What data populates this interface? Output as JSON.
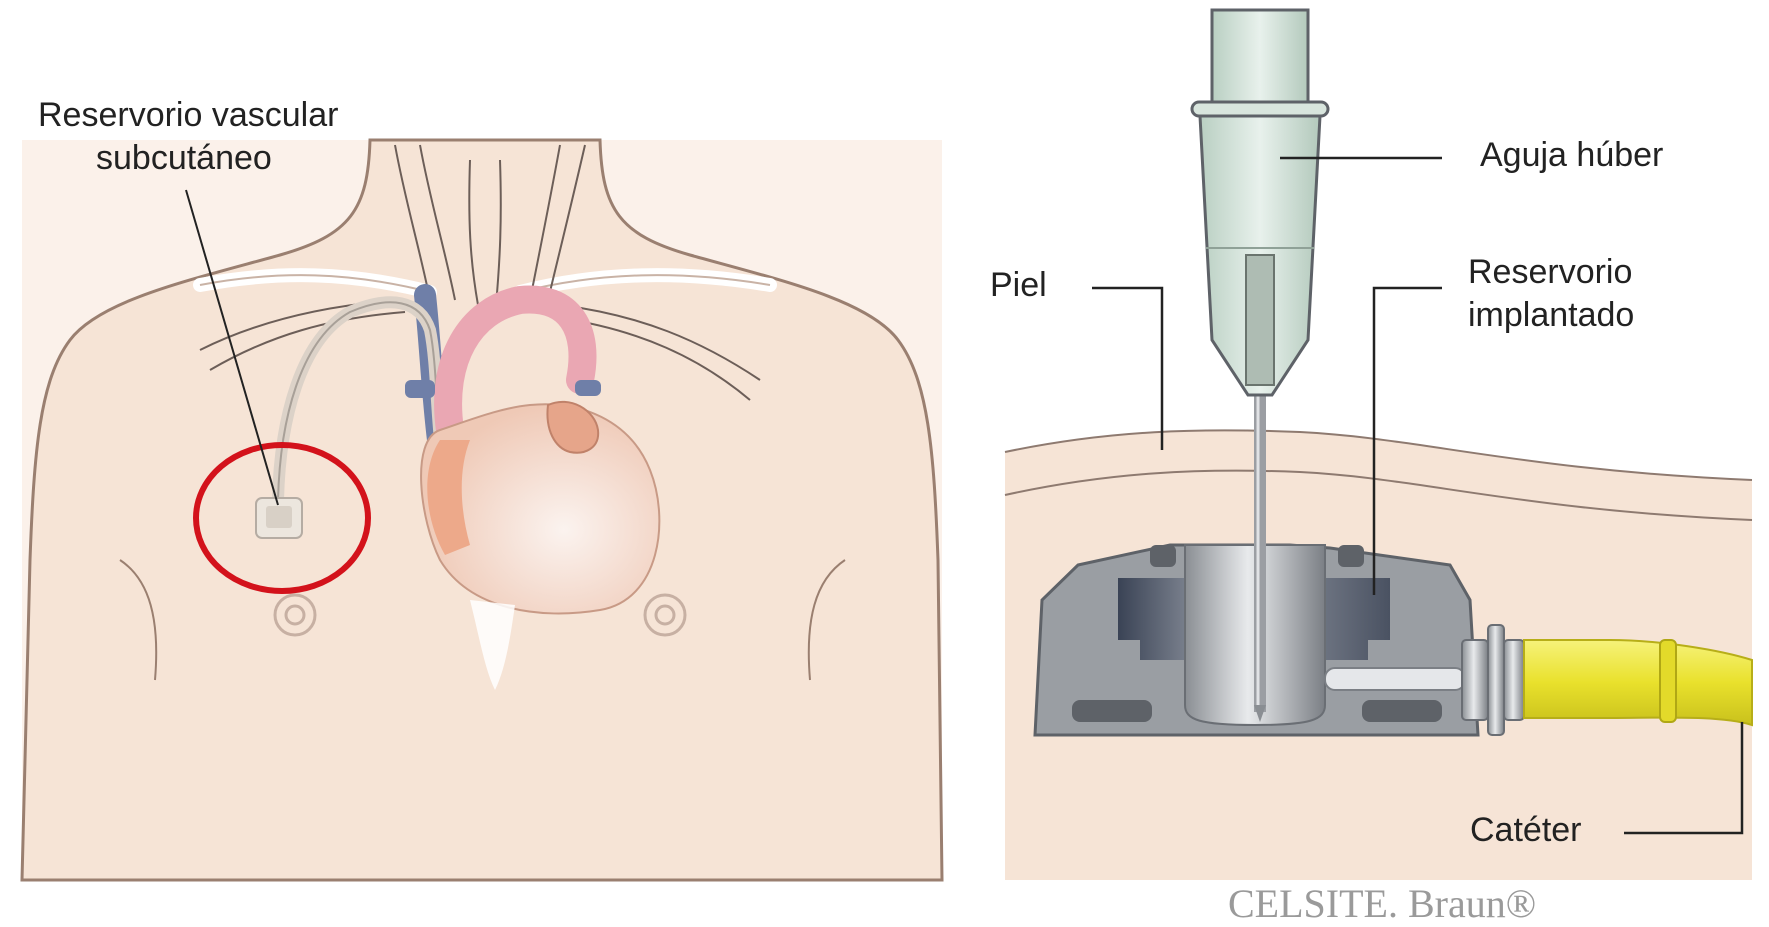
{
  "labels": {
    "port_title_line1": "Reservorio vascular",
    "port_title_line2": "subcutáneo",
    "needle": "Aguja húber",
    "skin": "Piel",
    "reservoir_line1": "Reservorio",
    "reservoir_line2": "implantado",
    "catheter": "Catéter"
  },
  "credit": "CELSITE. Braun®",
  "colors": {
    "skin": "#f6e4d6",
    "outline": "#9a7f70",
    "highlight_circle": "#d3121b",
    "catheter": "#ece43a",
    "needle_hub": "#d4e3da",
    "reservoir": "#8c9095"
  }
}
